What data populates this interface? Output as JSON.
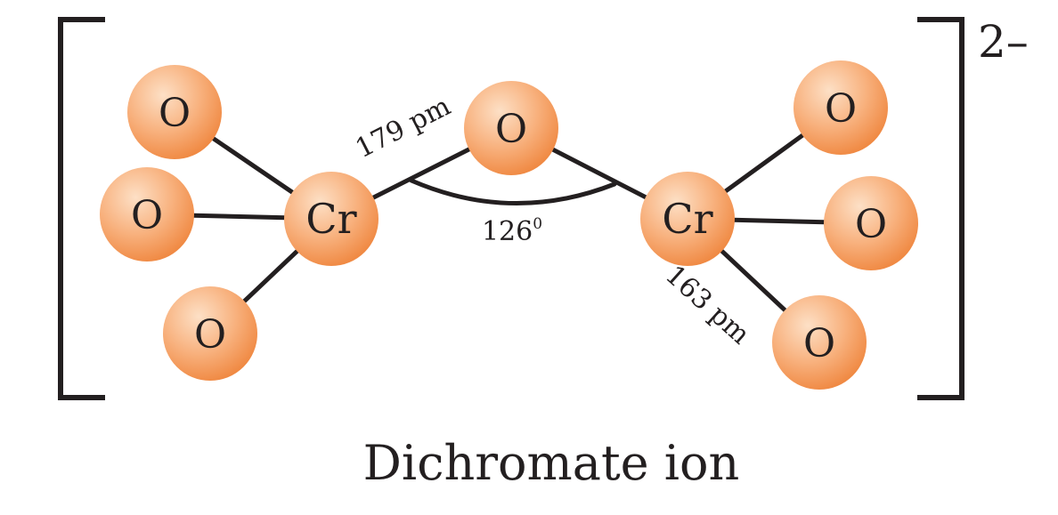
{
  "atoms": {
    "o_left_top": "O",
    "o_left_mid": "O",
    "o_left_bot": "O",
    "cr_left": "Cr",
    "o_bridge": "O",
    "cr_right": "Cr",
    "o_right_top": "O",
    "o_right_mid": "O",
    "o_right_bot": "O"
  },
  "measurements": {
    "bridge_bond_length": "179 pm",
    "bridge_angle_value": "126",
    "bridge_angle_superscript": "0",
    "terminal_bond_length": "163 pm"
  },
  "charge": "2–",
  "caption": "Dichromate ion",
  "colors": {
    "atom_fill_light": "#fde0c6",
    "atom_fill_dark": "#f4934e",
    "ink": "#231f20"
  }
}
